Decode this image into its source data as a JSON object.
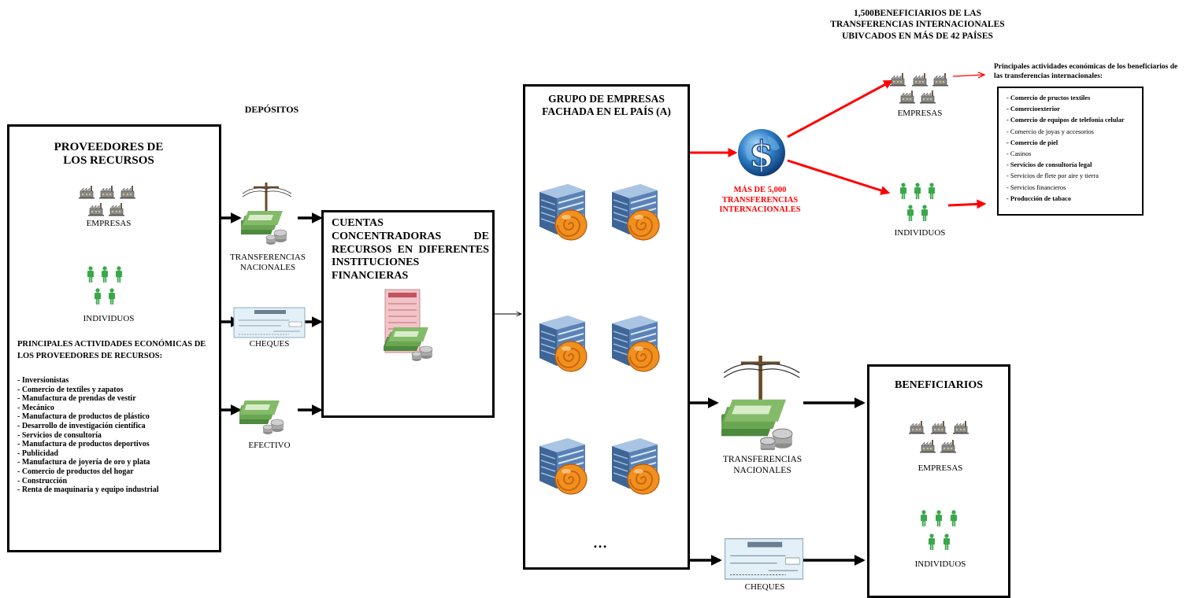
{
  "header": {
    "beneficiaries_intl_title": "1,500BENEFICIARIOS DE LAS TRANSFERENCIAS  INTERNACIONALES UBIVCADOS EN MÁS DE 42 PAÍSES",
    "depositos_label": "DEPÓSITOS"
  },
  "providers": {
    "title_line1": "PROVEEDORES DE",
    "title_line2": "LOS RECURSOS",
    "empresas_label": "EMPRESAS",
    "individuos_label": "INDIVIDUOS",
    "activities_title": "PRINCIPALES ACTIVIDADES ECONÓMICAS DE LOS PROVEEDORES DE RECURSOS:",
    "activities": [
      "- Inversionistas",
      "- Comercio de textiles y zapatos",
      "- Manufactura de prendas de vestir",
      "- Mecánico",
      "- Manufactura de productos de plástico",
      "- Desarrollo de investigación científica",
      "- Servicios de consultoría",
      "- Manufactura de productos deportivos",
      "- Publicidad",
      "- Manufactura de joyería de oro y plata",
      "- Comercio de productos del hogar",
      "- Construcción",
      "- Renta de maquinaria y equipo industrial"
    ]
  },
  "deposit_methods": {
    "transfer_label_line1": "TRANSFERENCIAS",
    "transfer_label_line2": "NACIONALES",
    "cheques_label": "CHEQUES",
    "efectivo_label": "EFECTIVO"
  },
  "accounts": {
    "title": "CUENTAS  CONCENTRADORAS DE RECURSOS EN DIFERENTES INSTITUCIONES FINANCIERAS"
  },
  "front_companies": {
    "title_line1": "GRUPO DE EMPRESAS",
    "title_line2": "FACHADA EN EL PAÍS (A)",
    "ellipsis": "…"
  },
  "international": {
    "label_line1": "MÁS DE 5,000",
    "label_line2": "TRANSFERENCIAS",
    "label_line3": "INTERNACIONALES",
    "empresas_label": "EMPRESAS",
    "individuos_label": "INDIVIDUOS",
    "activities_title": "Principales actividades económicas de los beneficiarios de las  transferencias  internacionales:",
    "activities": [
      "- Comercio de pructos textiles",
      "- Comercioexterior",
      "- Comercio de equipos de telefonía celular",
      "- Comercio de joyas y accesorios",
      "- Comercio de piel",
      "- Casinos",
      "- Servicios de consultoría legal",
      "- Servicios de flete por aire y tierra",
      "- Servicios  financieros",
      "- Producción de tabaco"
    ]
  },
  "domestic_out": {
    "transfer_label_line1": "TRANSFERENCIAS",
    "transfer_label_line2": "NACIONALES",
    "cheques_label": "CHEQUES"
  },
  "beneficiaries": {
    "title": "BENEFICIARIOS",
    "empresas_label": "EMPRESAS",
    "individuos_label": "INDIVIDUOS"
  },
  "colors": {
    "red_arrow": "#ff0000",
    "person_green": "#3aa84a",
    "money_green": "#4e8a3e",
    "building_blue": "#5b82b5",
    "shell_orange": "#f0901e"
  }
}
